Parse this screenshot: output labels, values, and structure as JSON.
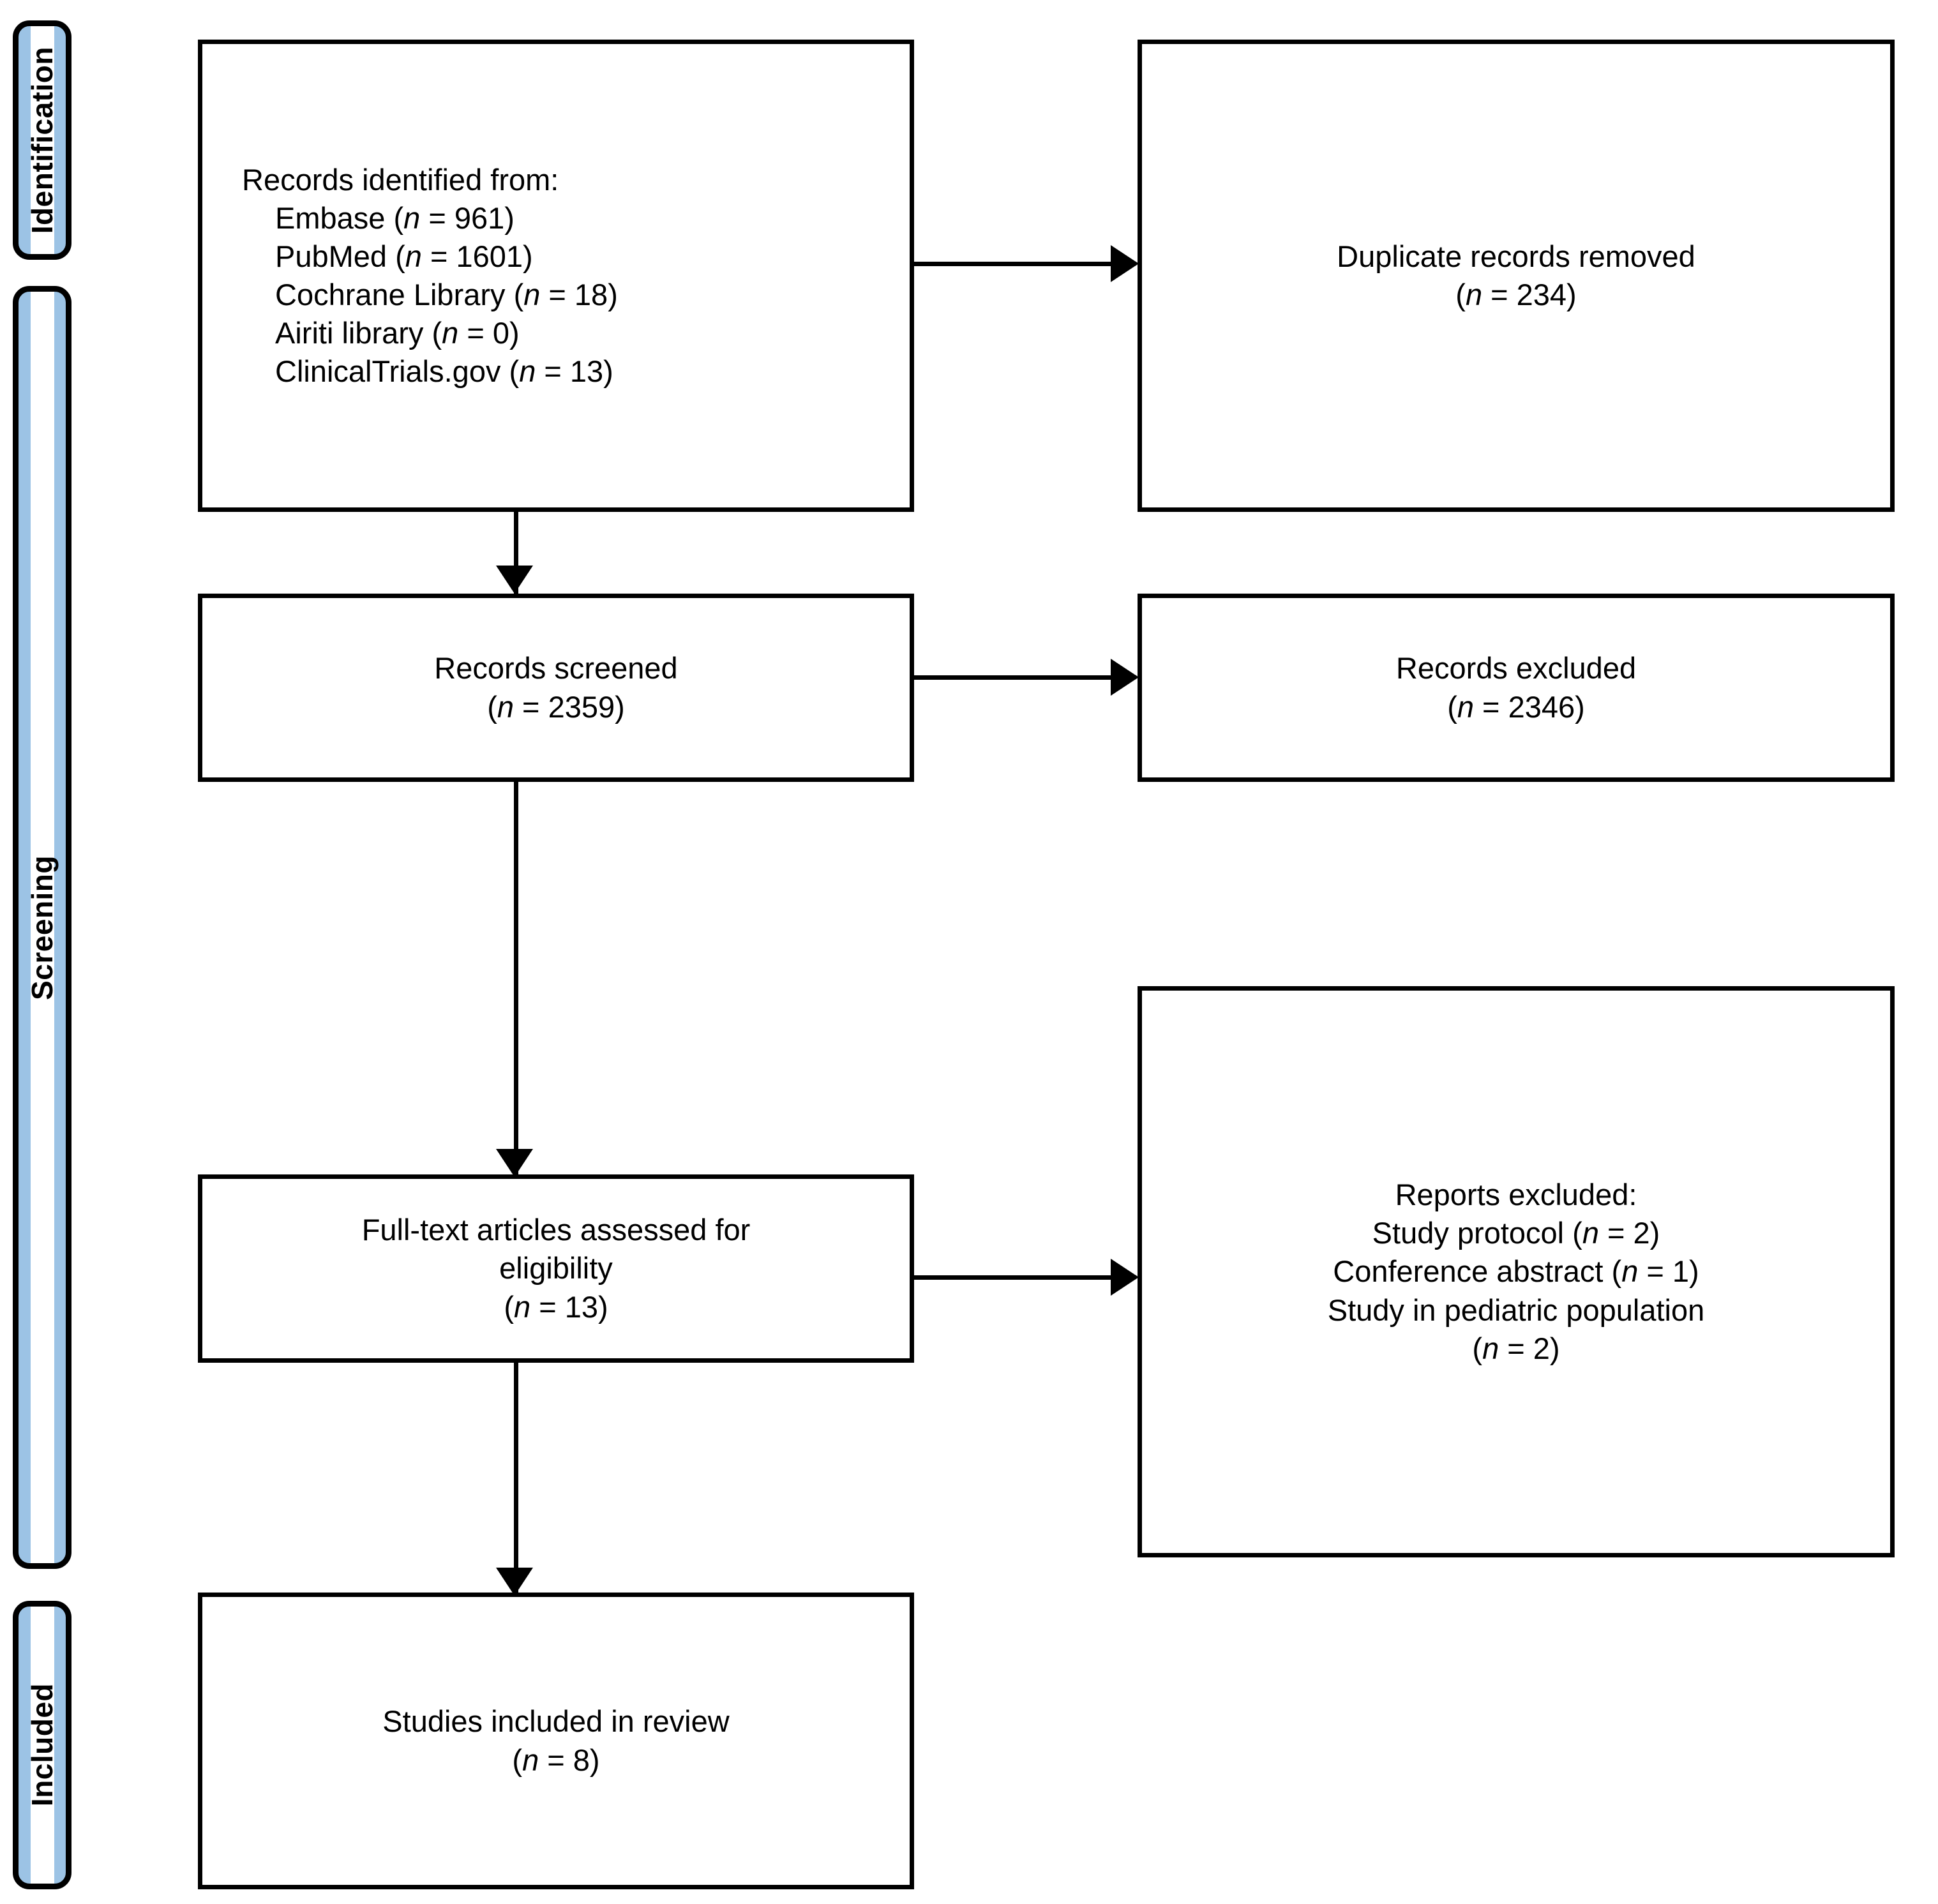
{
  "diagram": {
    "title": "PRISMA flow diagram",
    "type": "prisma-flow-diagram",
    "colors": {
      "phase_fill": "#9CC3E5",
      "stroke": "#000000",
      "box_fill": "#FFFFFF",
      "text": "#000000"
    }
  },
  "phases": [
    {
      "id": "identification",
      "label": "Identification"
    },
    {
      "id": "screening",
      "label": "Screening"
    },
    {
      "id": "included",
      "label": "Included"
    }
  ],
  "boxes": {
    "records_identified": {
      "name": "Records identified from",
      "lines": [
        {
          "text": "Records identified from:",
          "indent": false
        },
        {
          "prefix": "Embase (",
          "n": "n",
          "value": " = 961)",
          "indent": true
        },
        {
          "prefix": "PubMed (",
          "n": "n",
          "value": " = 1601)",
          "indent": true
        },
        {
          "prefix": "Cochrane Library (",
          "n": "n",
          "value": " = 18)",
          "indent": true
        },
        {
          "prefix": "Airiti library (",
          "n": "n",
          "value": " = 0)",
          "indent": true
        },
        {
          "prefix": "ClinicalTrials.gov (",
          "n": "n",
          "value": " = 13)",
          "indent": true
        }
      ]
    },
    "duplicates_removed": {
      "name": "Duplicate records removed",
      "lines": [
        {
          "text": "Duplicate records removed",
          "indent": false
        },
        {
          "prefix": "(",
          "n": "n",
          "value": " = 234)",
          "indent": false
        }
      ]
    },
    "records_screened": {
      "name": "Records screened",
      "lines": [
        {
          "text": "Records screened",
          "indent": false
        },
        {
          "prefix": "(",
          "n": "n",
          "value": " = 2359)",
          "indent": false
        }
      ]
    },
    "records_excluded": {
      "name": "Records excluded",
      "lines": [
        {
          "text": "Records excluded",
          "indent": false
        },
        {
          "prefix": "(",
          "n": "n",
          "value": " = 2346)",
          "indent": false
        }
      ]
    },
    "fulltext_assessed": {
      "name": "Full-text articles assessed for eligibility",
      "lines": [
        {
          "text": "Full-text articles assessed for",
          "indent": false
        },
        {
          "text": "eligibility",
          "indent": false
        },
        {
          "prefix": "(",
          "n": "n",
          "value": " = 13)",
          "indent": false
        }
      ]
    },
    "reports_excluded": {
      "name": "Reports excluded",
      "lines": [
        {
          "text": "Reports excluded:",
          "indent": false
        },
        {
          "prefix": "Study protocol (",
          "n": "n",
          "value": " = 2)",
          "indent": false
        },
        {
          "prefix": "Conference abstract (",
          "n": "n",
          "value": " = 1)",
          "indent": false
        },
        {
          "text": "Study in pediatric population",
          "indent": false
        },
        {
          "prefix": "(",
          "n": "n",
          "value": " = 2)",
          "indent": false
        }
      ]
    },
    "studies_included": {
      "name": "Studies included in review",
      "lines": [
        {
          "text": "Studies included in review",
          "indent": false
        },
        {
          "prefix": "(",
          "n": "n",
          "value": " = 8)",
          "indent": false
        }
      ]
    }
  },
  "counts": {
    "embase": 961,
    "pubmed": 1601,
    "cochrane_library": 18,
    "airiti_library": 0,
    "clinicaltrials_gov": 13,
    "duplicates_removed": 234,
    "records_screened": 2359,
    "records_excluded": 2346,
    "fulltext_assessed": 13,
    "excluded_study_protocol": 2,
    "excluded_conference_abstract": 1,
    "excluded_pediatric_population": 2,
    "studies_included": 8
  }
}
